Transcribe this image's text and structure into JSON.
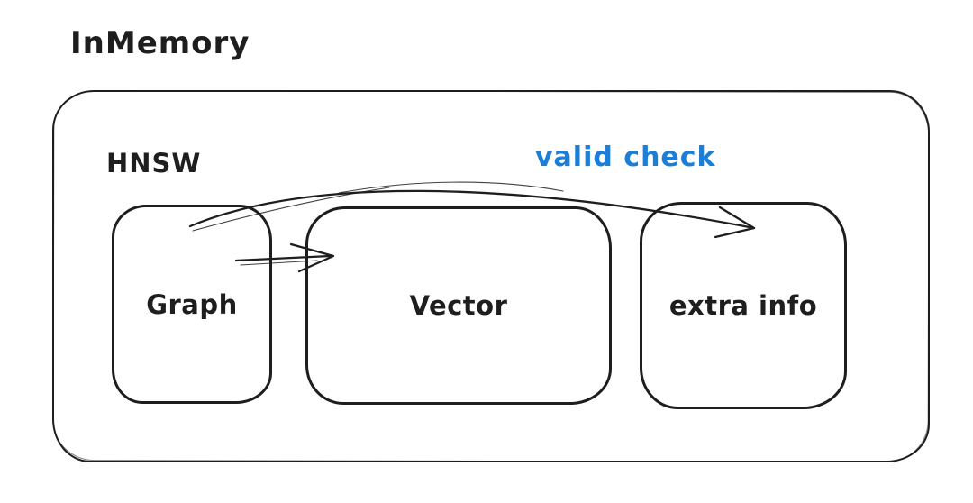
{
  "diagram": {
    "title": "InMemory",
    "container": {
      "label": "HNSW"
    },
    "nodes": [
      {
        "id": "graph",
        "label": "Graph"
      },
      {
        "id": "vector",
        "label": "Vector"
      },
      {
        "id": "extra_info",
        "label": "extra info"
      }
    ],
    "arrows": [
      {
        "id": "graph-to-vector",
        "from": "Graph",
        "to": "Vector",
        "label": ""
      },
      {
        "id": "graph-to-extra-info",
        "from": "Graph",
        "to": "extra info",
        "label": "valid check"
      }
    ],
    "colors": {
      "stroke": "#1e1e1e",
      "accent": "#1c7ed6",
      "background": "#ffffff"
    }
  }
}
